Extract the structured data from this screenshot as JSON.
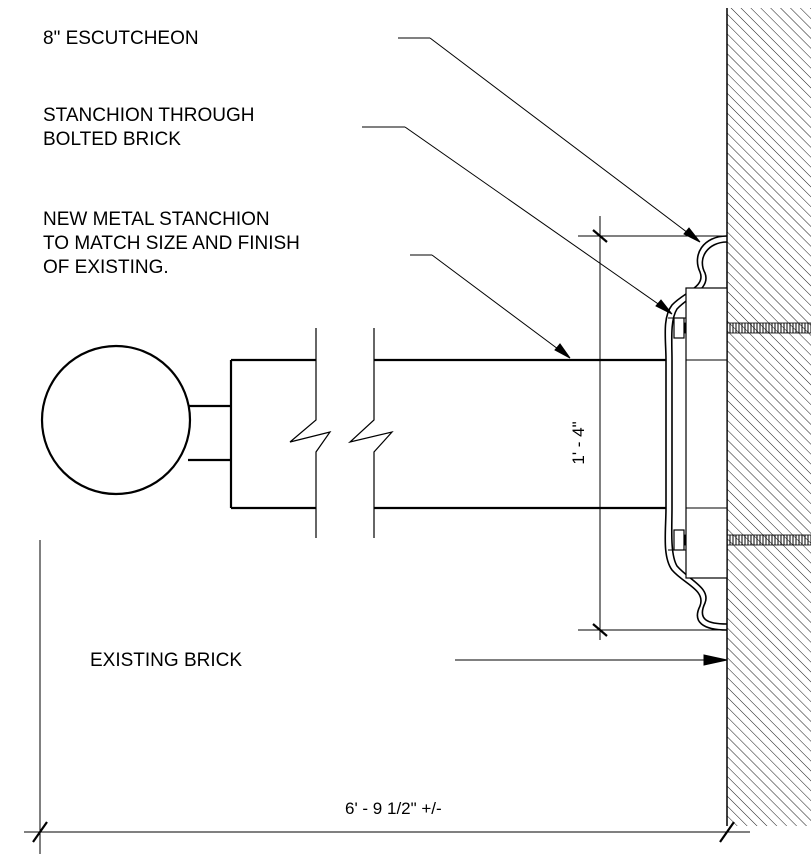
{
  "notes": {
    "escutcheon": "8\" ESCUTCHEON",
    "stanchion_bolted_line1": "STANCHION THROUGH",
    "stanchion_bolted_line2": "BOLTED BRICK",
    "new_stanchion_line1": "NEW METAL STANCHION",
    "new_stanchion_line2": "TO MATCH SIZE AND FINISH",
    "new_stanchion_line3": "OF EXISTING.",
    "existing_brick": "EXISTING BRICK"
  },
  "dimensions": {
    "vertical": "1' - 4\"",
    "horizontal": "6' - 9 1/2\"  +/-"
  },
  "colors": {
    "line": "#000000",
    "background": "#ffffff"
  }
}
